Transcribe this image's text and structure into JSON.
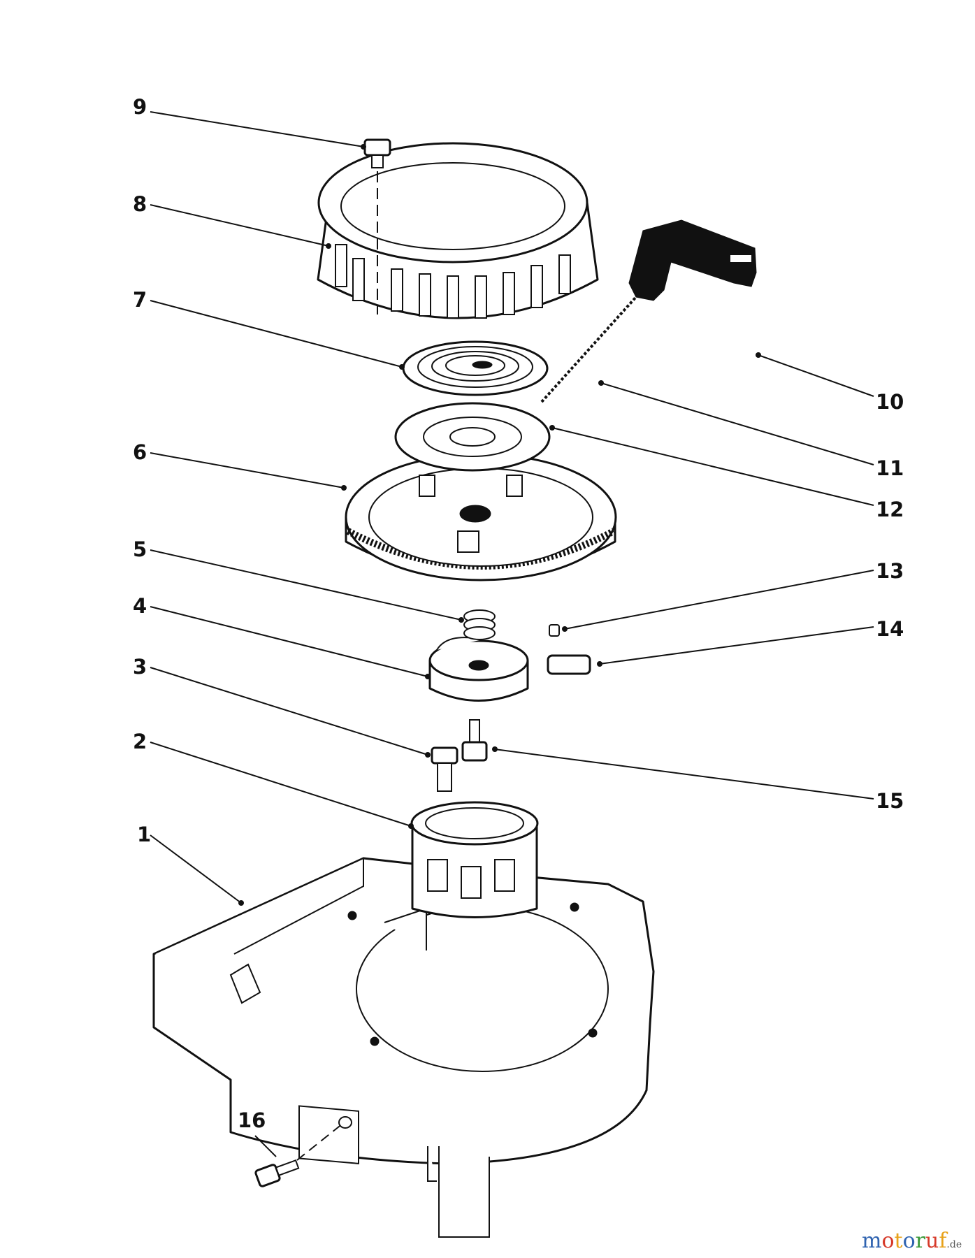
{
  "callouts": [
    {
      "num": "9"
    },
    {
      "num": "8"
    },
    {
      "num": "7"
    },
    {
      "num": "6"
    },
    {
      "num": "5"
    },
    {
      "num": "4"
    },
    {
      "num": "3"
    },
    {
      "num": "2"
    },
    {
      "num": "1"
    },
    {
      "num": "10"
    },
    {
      "num": "11"
    },
    {
      "num": "12"
    },
    {
      "num": "13"
    },
    {
      "num": "14"
    },
    {
      "num": "15"
    },
    {
      "num": "16"
    }
  ],
  "watermark": {
    "letters": [
      "m",
      "o",
      "t",
      "o",
      "r",
      "u",
      "f"
    ],
    "colors": [
      "#2f63b0",
      "#d63a2a",
      "#e8a21a",
      "#2f63b0",
      "#3a9a3a",
      "#d63a2a",
      "#e8a21a"
    ],
    "suffix": ".de"
  }
}
